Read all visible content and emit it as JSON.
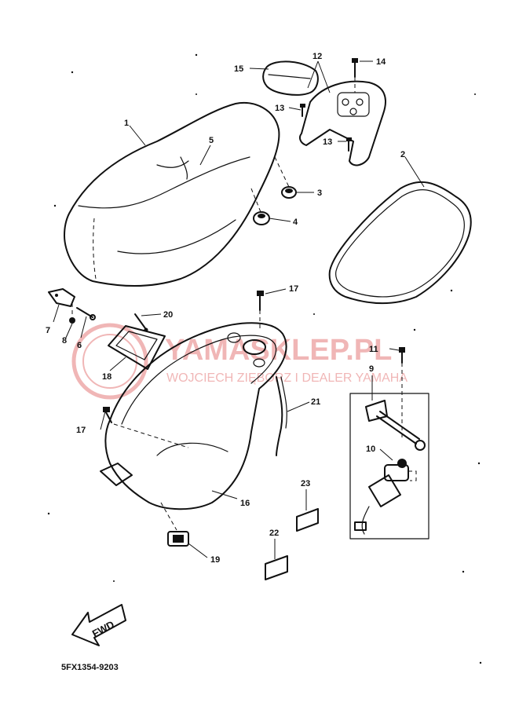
{
  "diagram": {
    "code": "5FX1354-9203",
    "fwd_label": "FWD",
    "watermark": {
      "title": "YAMASKLEP.PL",
      "subtitle": "WOJCIECH ZIĘBORZ I DEALER YAMAHA",
      "color": "#e06060"
    },
    "labels": {
      "p1": "1",
      "p2": "2",
      "p3": "3",
      "p4": "4",
      "p5": "5",
      "p6": "6",
      "p7": "7",
      "p8": "8",
      "p9": "9",
      "p10": "10",
      "p11": "11",
      "p12": "12",
      "p13a": "13",
      "p13b": "13",
      "p14": "14",
      "p15": "15",
      "p16": "16",
      "p17a": "17",
      "p17b": "17",
      "p18": "18",
      "p19": "19",
      "p20": "20",
      "p21": "21",
      "p22": "22",
      "p23": "23"
    },
    "ink_color": "#111111"
  }
}
